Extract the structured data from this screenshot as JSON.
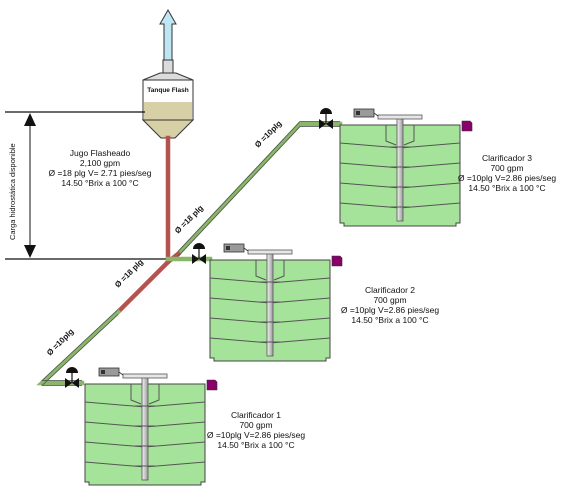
{
  "flash_tank": {
    "label": "Tanque Flash"
  },
  "dimension": {
    "label": "Carga hidrostática disponible"
  },
  "juice": {
    "name": "Jugo Flasheado",
    "flow": "2,100 gpm",
    "pipe": "Ø =18 plg  V= 2.71 pies/seg",
    "brix": "14.50 °Brix  a 100 °C"
  },
  "pipe_labels": {
    "main_upper": "Ø =18 plg",
    "main_lower": "Ø =18 plg",
    "branch_top": "Ø =10plg",
    "branch_bottom": "Ø =10plg"
  },
  "clarifiers": [
    {
      "name": "Clarificador 1",
      "flow": "700 gpm",
      "pipe": "Ø =10plg  V=2.86 pies/seg",
      "brix": "14.50  °Brix  a 100 °C"
    },
    {
      "name": "Clarificador 2",
      "flow": "700 gpm",
      "pipe": "Ø =10plg  V=2.86 pies/seg",
      "brix": "14.50  °Brix  a 100 °C"
    },
    {
      "name": "Clarificador 3",
      "flow": "700 gpm",
      "pipe": "Ø =10plg  V=2.86 pies/seg",
      "brix": "14.50  °Brix  a 100 °C"
    }
  ],
  "colors": {
    "green_pipe": "#8ab66a",
    "red_pipe": "#b5524d",
    "clarifier_fill": "#a6e39a",
    "tank_liquid": "#d7cfa6",
    "marker": "#8a006a"
  }
}
